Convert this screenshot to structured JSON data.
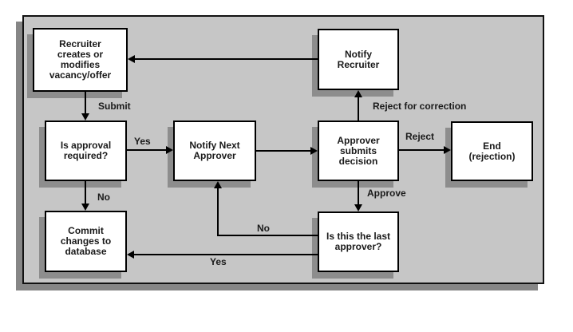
{
  "colors": {
    "panel_fill": "#c6c6c6",
    "panel_border": "#111111",
    "panel_shadow": "#868686",
    "node_fill": "#ffffff",
    "node_border": "#000000",
    "node_shadow": "#8d8d8d",
    "arrow": "#000000",
    "text": "#1a1a1a"
  },
  "diagram": {
    "type": "flowchart",
    "nodes": [
      {
        "id": "recruiter-creates",
        "label": "Recruiter\ncreates or\nmodifies\nvacancy/offer"
      },
      {
        "id": "notify-recruiter",
        "label": "Notify\nRecruiter"
      },
      {
        "id": "is-approval-required",
        "label": "Is approval\nrequired?"
      },
      {
        "id": "notify-next-approver",
        "label": "Notify Next\nApprover"
      },
      {
        "id": "approver-submits",
        "label": "Approver\nsubmits\ndecision"
      },
      {
        "id": "end-rejection",
        "label": "End\n(rejection)"
      },
      {
        "id": "commit-changes",
        "label": "Commit\nchanges to\ndatabase"
      },
      {
        "id": "is-last-approver",
        "label": "Is this the last\napprover?"
      }
    ],
    "edge_labels": {
      "submit": "Submit",
      "yes_approval": "Yes",
      "no_approval": "No",
      "reject_for_correction": "Reject for correction",
      "reject": "Reject",
      "approve": "Approve",
      "no_last": "No",
      "yes_last": "Yes"
    }
  }
}
